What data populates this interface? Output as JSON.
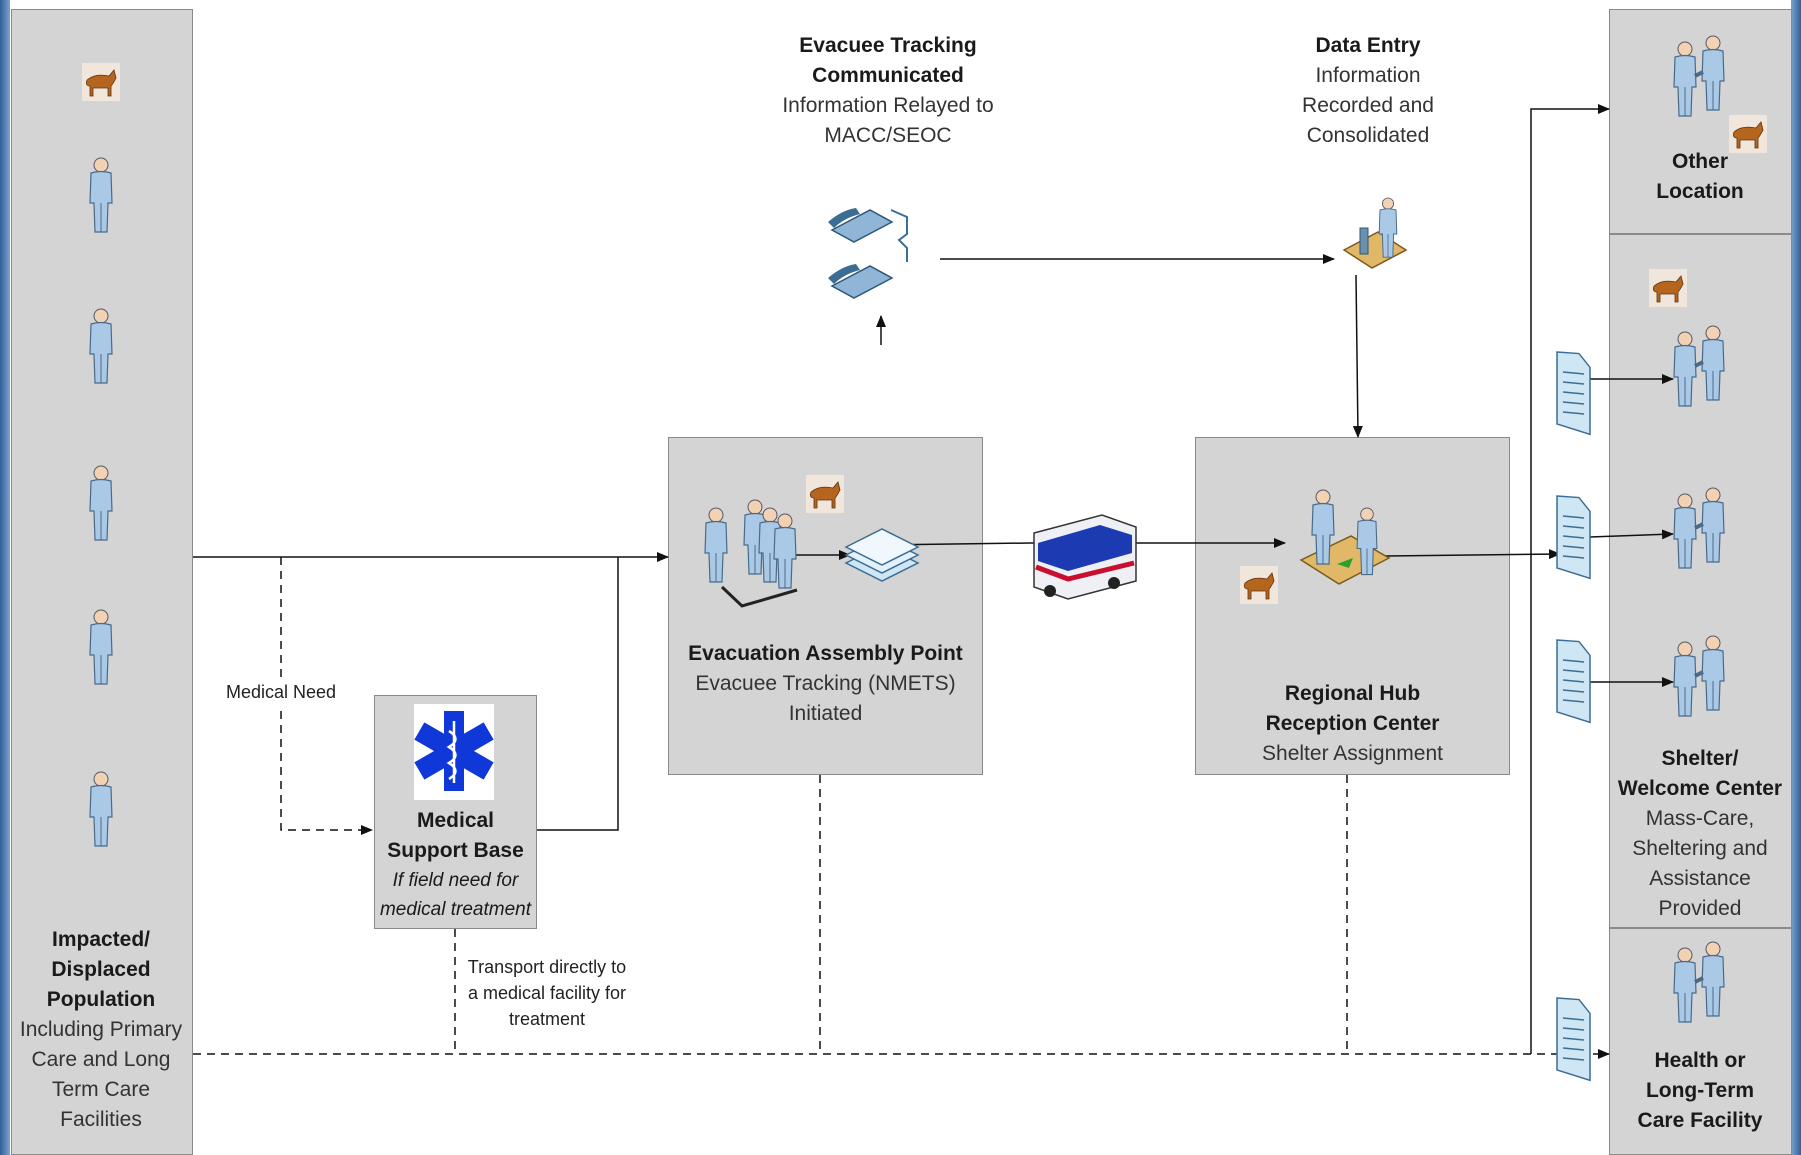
{
  "left_panel": {
    "title": "Impacted/ Displaced Population",
    "subtitle": "Including Primary Care and Long Term Care Facilities"
  },
  "medical_need": "Medical Need",
  "medical_base": {
    "title": "Medical Support Base",
    "subtitle": "If field need for medical treatment"
  },
  "transport_note": "Transport directly to a medical facility for treatment",
  "assembly": {
    "title": "Evacuation Assembly Point",
    "subtitle": "Evacuee Tracking (NMETS) Initiated"
  },
  "tracking": {
    "title": "Evacuee Tracking Communicated",
    "subtitle": "Information Relayed to MACC/SEOC"
  },
  "data_entry": {
    "title": "Data Entry",
    "subtitle": "Information Recorded and Consolidated"
  },
  "hub": {
    "title": "Regional Hub Reception Center",
    "subtitle": "Shelter Assignment"
  },
  "other_location": {
    "title": "Other Location"
  },
  "shelter": {
    "title": "Shelter/ Welcome Center",
    "subtitle": "Mass-Care, Sheltering and Assistance Provided"
  },
  "health": {
    "title": "Health or Long-Term Care Facility"
  },
  "colors": {
    "box_fill": "#d4d4d4",
    "person": "#a9c9e6",
    "star_of_life": "#1038d8",
    "dog": "#b5651d"
  }
}
